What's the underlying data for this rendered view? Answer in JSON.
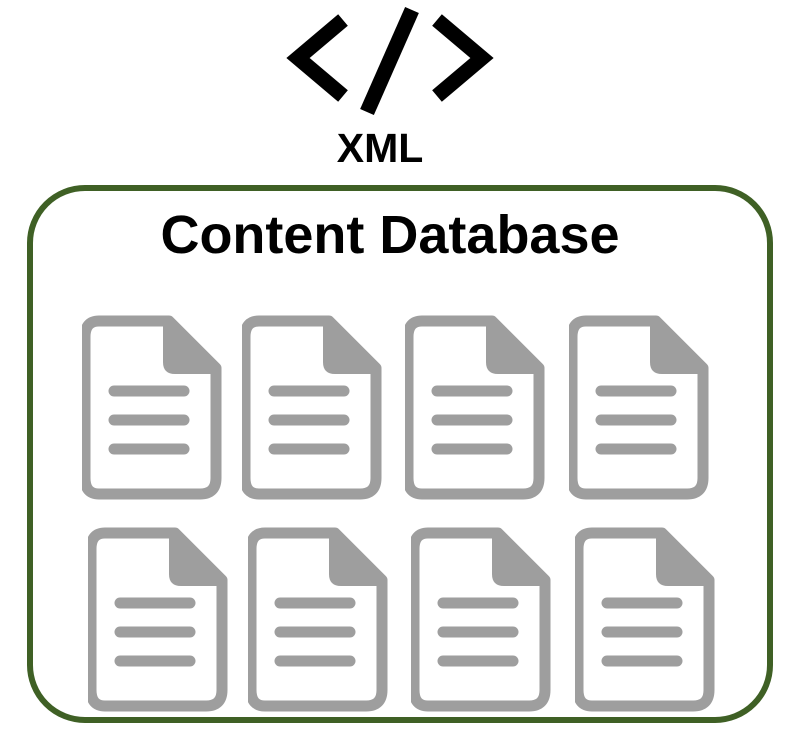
{
  "header": {
    "icon": "xml-code-icon",
    "label": "XML"
  },
  "database": {
    "title": "Content Database",
    "border_color": "#3f6025",
    "document_icon": "document-icon",
    "document_color": "#9e9e9e",
    "document_count": 8
  }
}
